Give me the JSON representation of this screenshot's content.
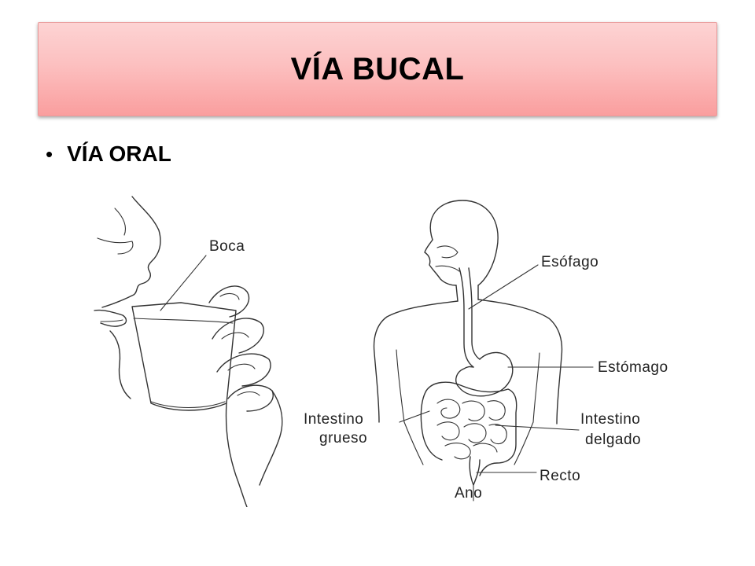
{
  "slide": {
    "title": "VÍA BUCAL",
    "bullets": [
      {
        "text": "VÍA ORAL"
      }
    ]
  },
  "diagram": {
    "labels": {
      "boca": "Boca",
      "esofago": "Esófago",
      "estomago": "Estómago",
      "intestino_grueso_1": "Intestino",
      "intestino_grueso_2": "grueso",
      "intestino_delgado_1": "Intestino",
      "intestino_delgado_2": "delgado",
      "recto": "Recto",
      "ano": "Ano"
    }
  },
  "colors": {
    "title_fill_top": "#fdd3d3",
    "title_fill_bottom": "#fa9e9e",
    "title_border": "#e89a9a",
    "text": "#000000"
  }
}
